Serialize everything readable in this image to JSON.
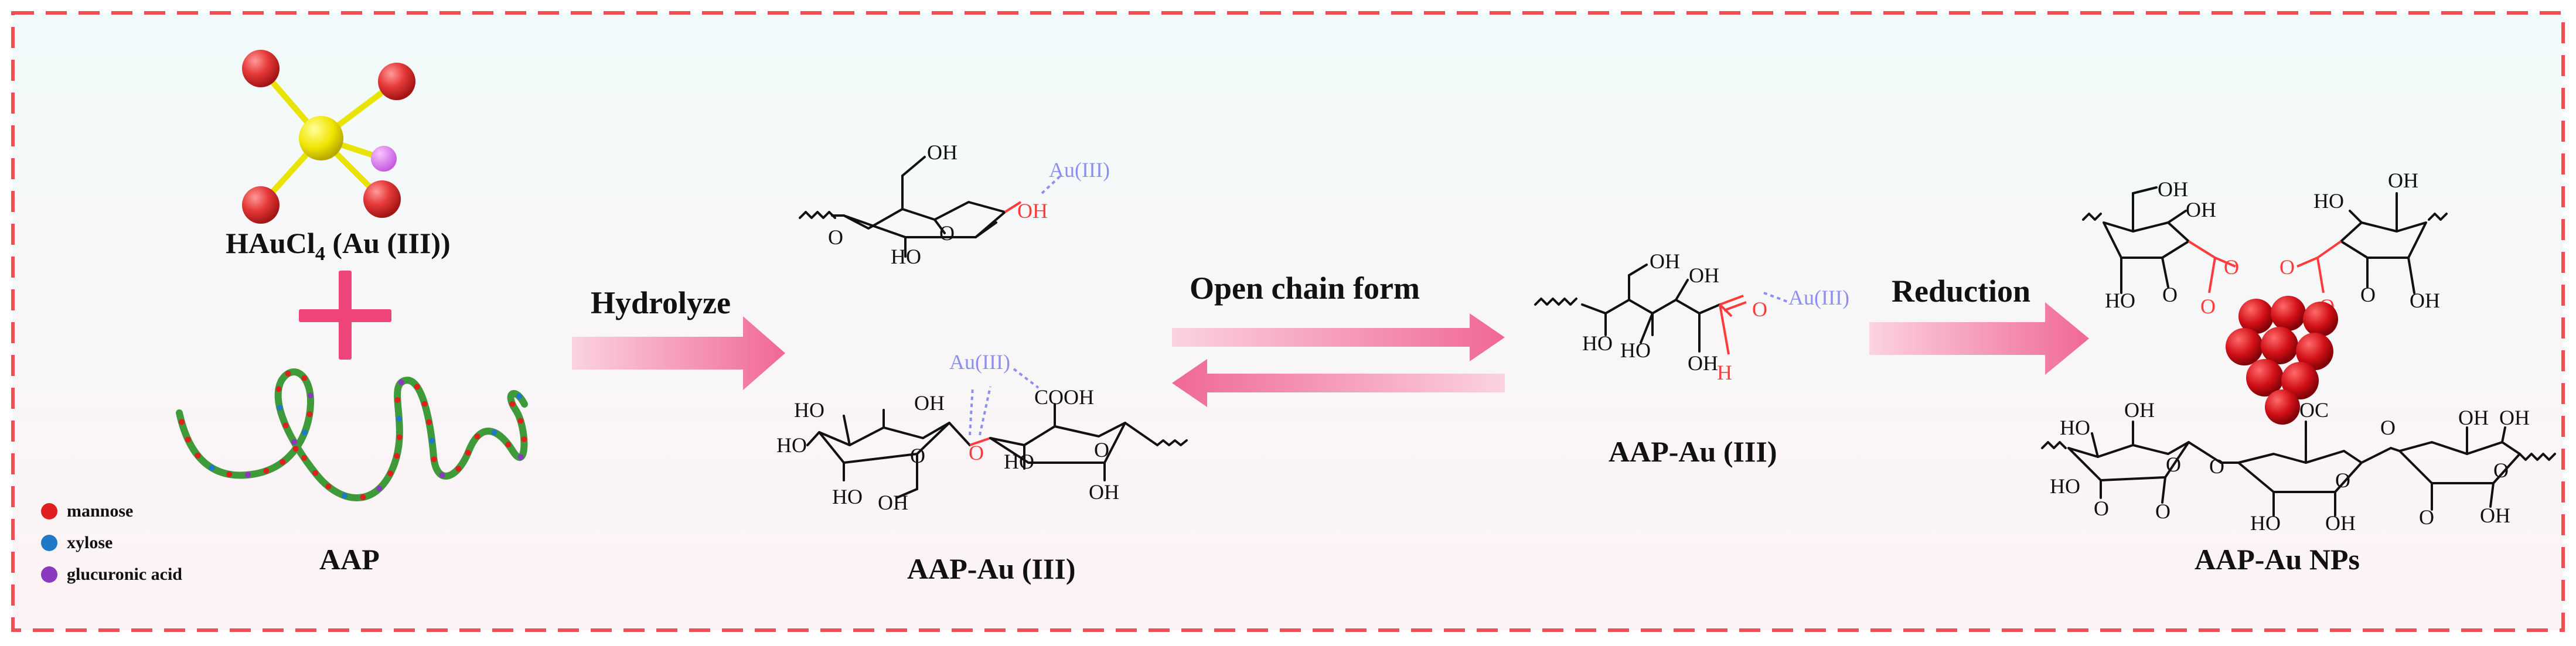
{
  "colors": {
    "frame": "#ef4e55",
    "arrow": "#f47aa0",
    "plus": "#f0457a",
    "mannose": "#e02020",
    "xylose": "#1f78c8",
    "glucuronic": "#8a39c0",
    "chain": "#3f9a3a",
    "au_label": "#8d8ff0",
    "highlight": "#ff3b3b"
  },
  "reactant": {
    "formula_main": "HAuCl",
    "formula_sub": "4",
    "formula_rest": " (Au (III))",
    "plus_icon": "plus-icon",
    "polymer_label": "AAP"
  },
  "legend": [
    {
      "label": "mannose",
      "color": "#e02020"
    },
    {
      "label": "xylose",
      "color": "#1f78c8"
    },
    {
      "label": "glucuronic acid",
      "color": "#8a39c0"
    }
  ],
  "steps": {
    "hydrolyze": "Hydrolyze",
    "open_chain": "Open chain form",
    "reduction": "Reduction"
  },
  "products": {
    "complex1": "AAP-Au (III)",
    "complex2": "AAP-Au (III)",
    "nanoparticle": "AAP-Au NPs"
  },
  "atoms": {
    "OH": "OH",
    "HO": "HO",
    "O": "O",
    "H": "H",
    "COOH": "COOH",
    "OOC": "OOC",
    "Au": "Au(III)"
  }
}
